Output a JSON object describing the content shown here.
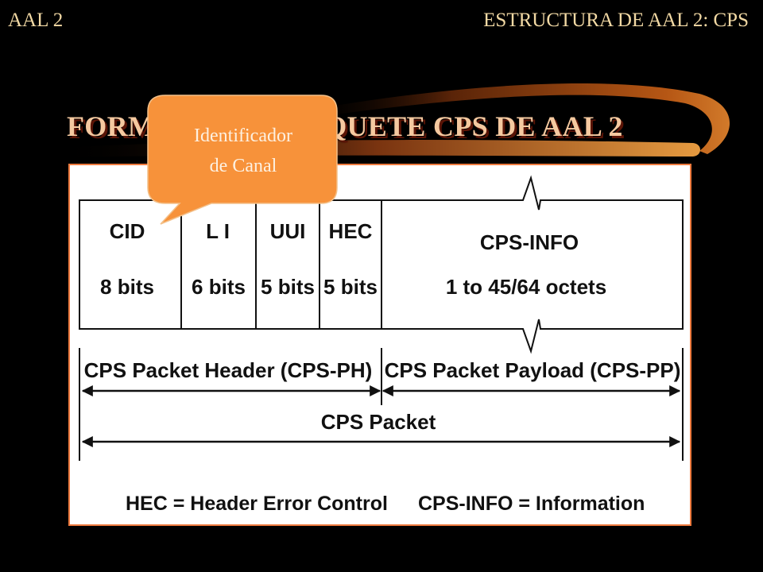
{
  "header": {
    "left": "AAL 2",
    "right": "ESTRUCTURA DE AAL 2: CPS"
  },
  "title": "FORMATO DEL PAQUETE CPS DE AAL 2",
  "callout": {
    "line1": "Identificador",
    "line2": "de Canal",
    "fill_color": "#f7923a"
  },
  "diagram": {
    "fields": [
      {
        "name": "CID",
        "size": "8 bits"
      },
      {
        "name": "L I",
        "size": "6 bits"
      },
      {
        "name": "UUI",
        "size": "5 bits"
      },
      {
        "name": "HEC",
        "size": "5 bits"
      },
      {
        "name": "CPS-INFO",
        "size": "1 to 45/64 octets"
      }
    ],
    "header_span": "CPS Packet Header (CPS-PH)",
    "payload_span": "CPS Packet Payload (CPS-PP)",
    "packet_span": "CPS Packet",
    "legend_hec": "HEC = Header Error Control",
    "legend_info": "CPS-INFO = Information"
  },
  "colors": {
    "header_text": "#f2d9a4",
    "title_text": "#f5c9a0",
    "panel_border": "#ee7a3e",
    "swoosh": "#a64a10"
  }
}
